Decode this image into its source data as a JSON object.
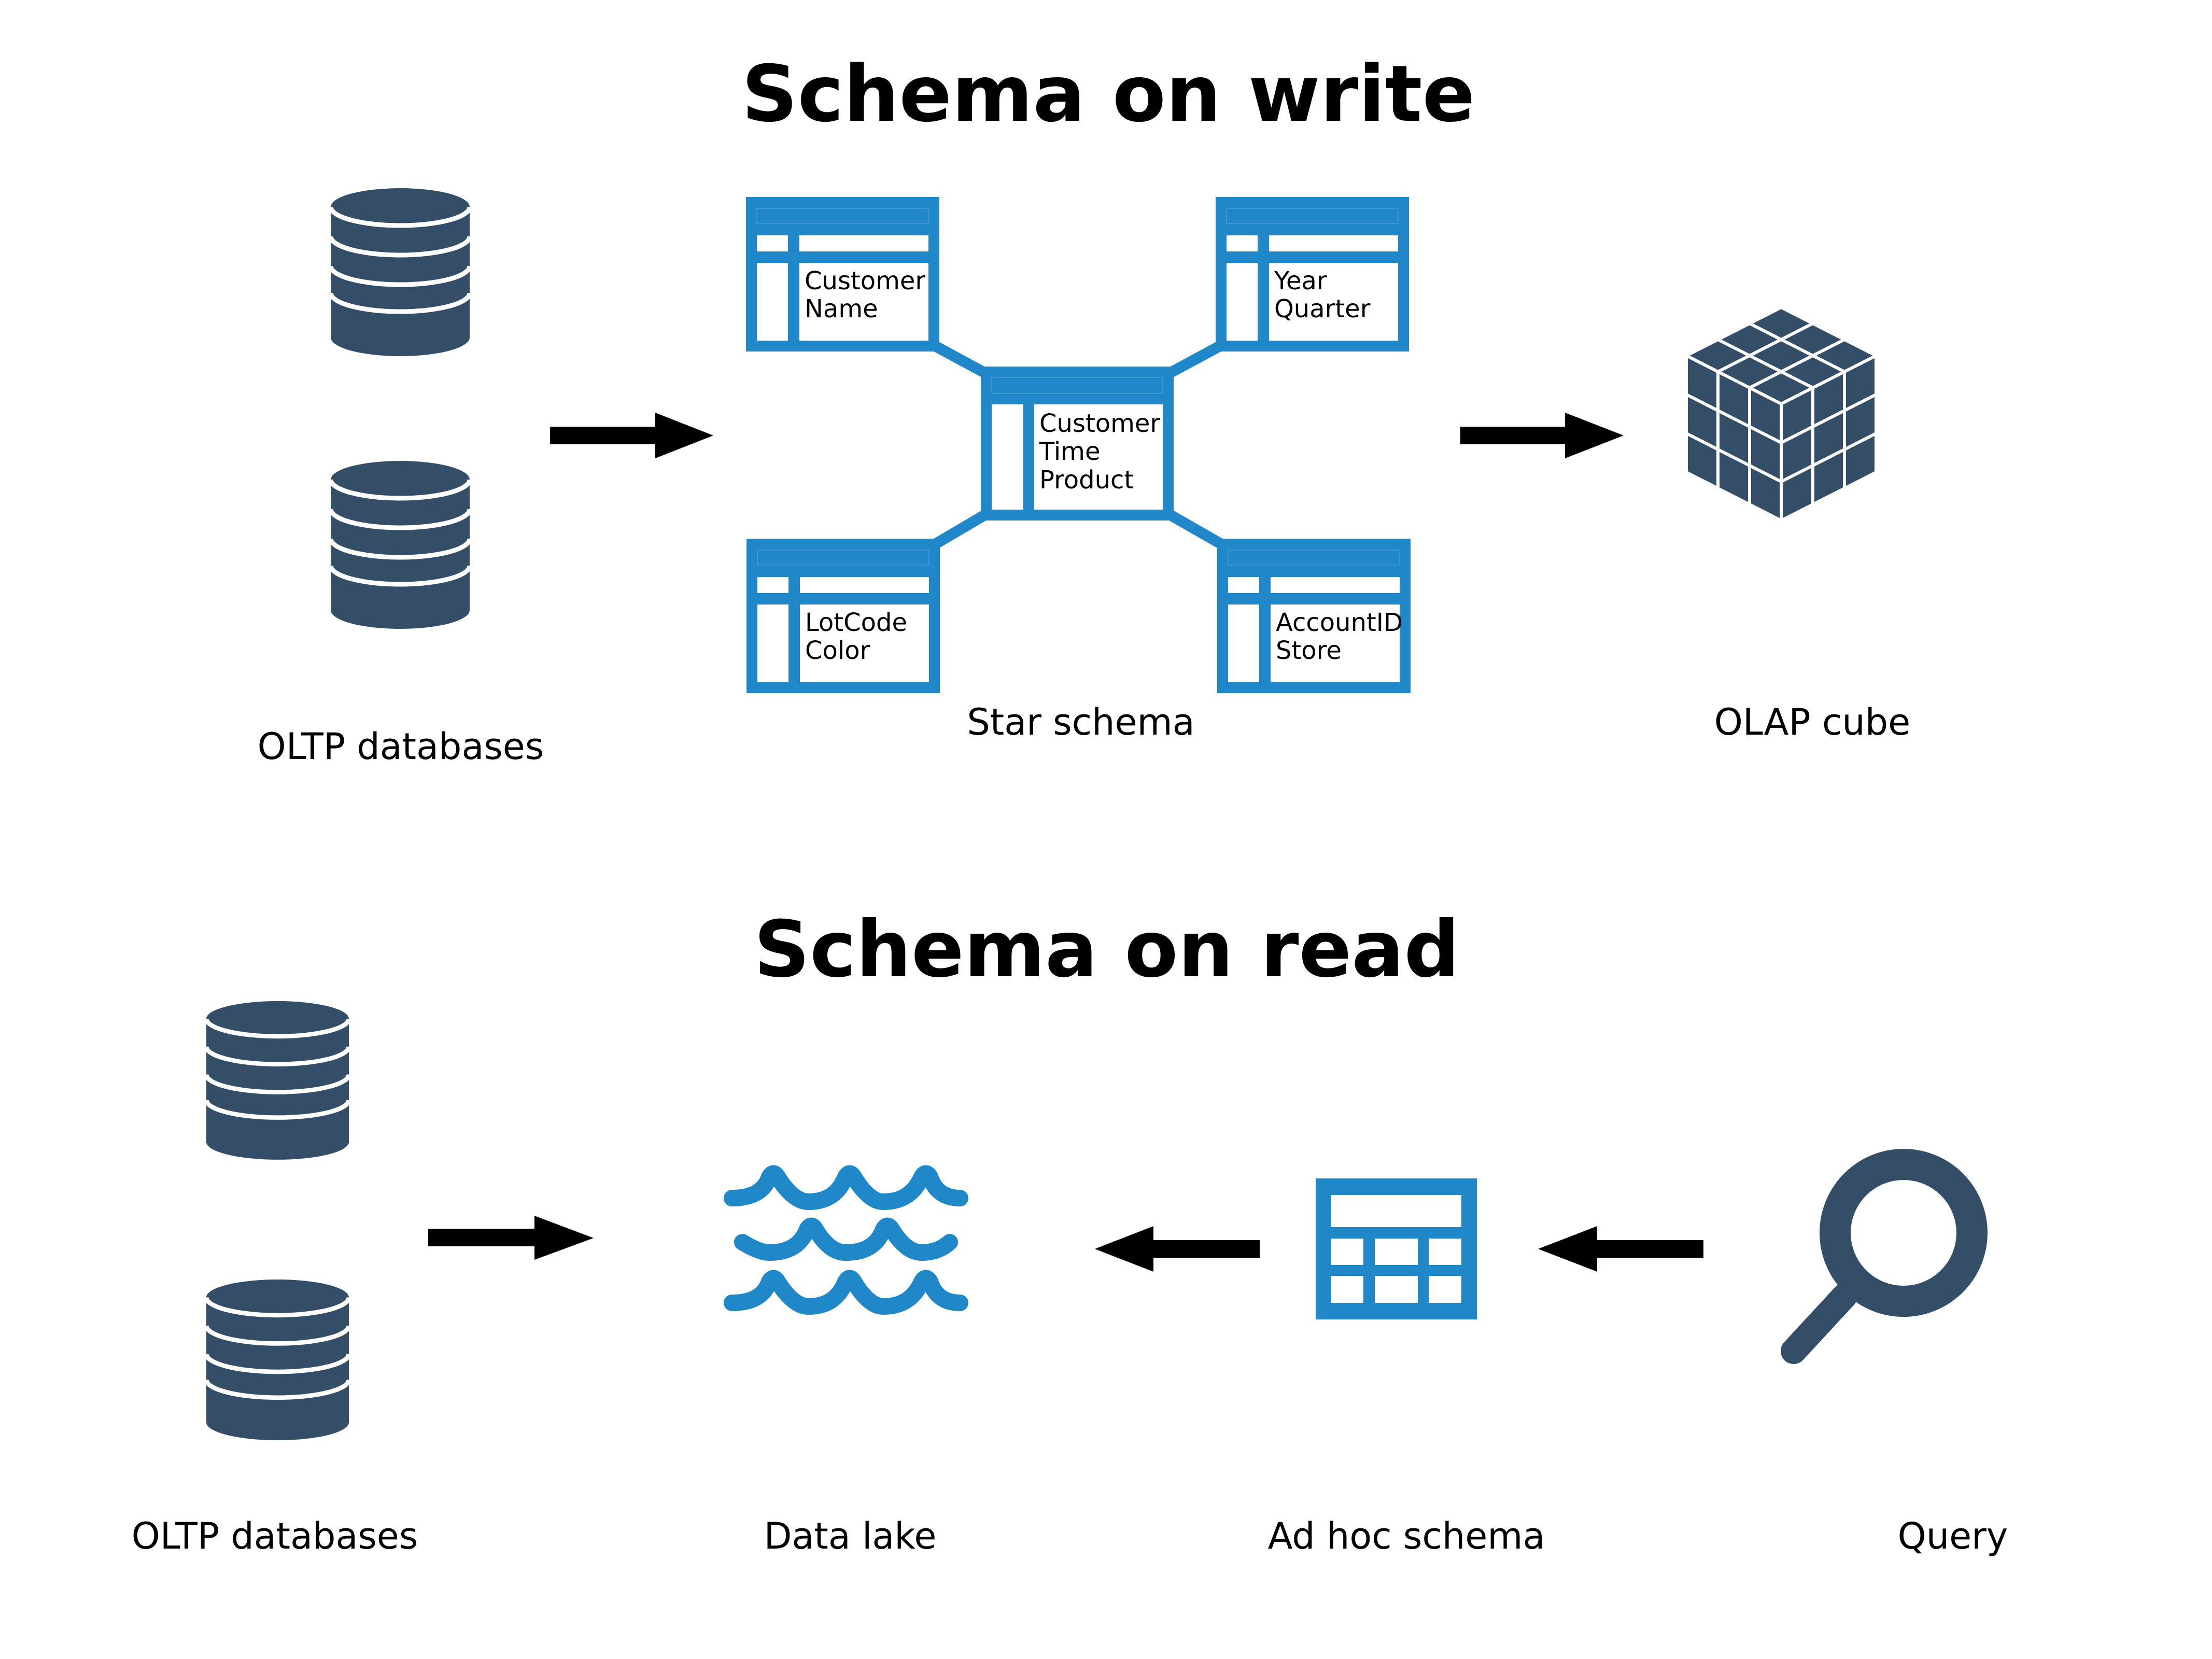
{
  "colors": {
    "background": "#ffffff",
    "db_icon": "#344e68",
    "schema_blue": "#2088c8",
    "arrow": "#000000",
    "text": "#000000"
  },
  "schema_on_write": {
    "title": "Schema on write",
    "stages": [
      {
        "id": "oltp",
        "icon": "database-icon",
        "count": 2,
        "label": "OLTP databases"
      },
      {
        "id": "star",
        "icon": "star-schema-diagram",
        "label": "Star schema"
      },
      {
        "id": "olap",
        "icon": "cube-icon",
        "label": "OLAP cube"
      }
    ],
    "star_schema": {
      "fact_table": {
        "fields": [
          "Customer",
          "Time",
          "Product"
        ]
      },
      "dimension_tables": [
        {
          "position": "top-left",
          "fields": [
            "Customer",
            "Name"
          ]
        },
        {
          "position": "top-right",
          "fields": [
            "Year",
            "Quarter"
          ]
        },
        {
          "position": "bottom-left",
          "fields": [
            "LotCode",
            "Color"
          ]
        },
        {
          "position": "bottom-right",
          "fields": [
            "AccountID",
            "Store"
          ]
        }
      ]
    },
    "arrows": [
      {
        "from": "oltp",
        "to": "star",
        "direction": "right"
      },
      {
        "from": "star",
        "to": "olap",
        "direction": "right"
      }
    ]
  },
  "schema_on_read": {
    "title": "Schema on read",
    "stages": [
      {
        "id": "oltp",
        "icon": "database-icon",
        "count": 2,
        "label": "OLTP databases"
      },
      {
        "id": "lake",
        "icon": "waves-icon",
        "label": "Data lake"
      },
      {
        "id": "adhoc",
        "icon": "table-icon",
        "label": "Ad hoc schema"
      },
      {
        "id": "query",
        "icon": "search-icon",
        "label": "Query"
      }
    ],
    "arrows": [
      {
        "from": "oltp",
        "to": "lake",
        "direction": "right"
      },
      {
        "from": "adhoc",
        "to": "lake",
        "direction": "left"
      },
      {
        "from": "query",
        "to": "adhoc",
        "direction": "left"
      }
    ]
  }
}
